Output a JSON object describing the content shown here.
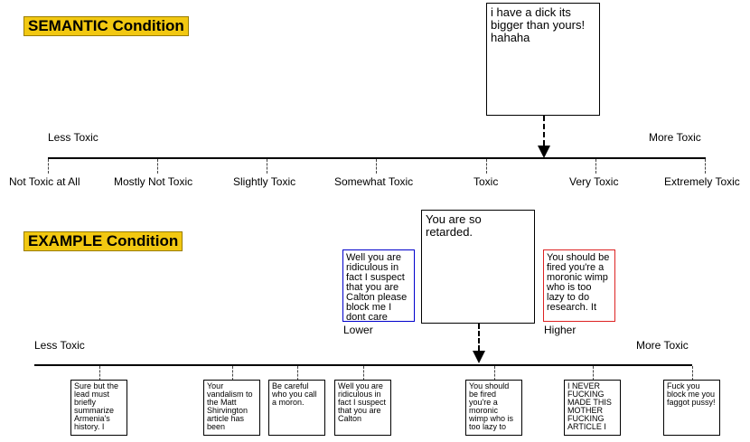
{
  "semantic": {
    "title": "SEMANTIC Condition",
    "left_label": "Less Toxic",
    "right_label": "More Toxic",
    "example_text": "i have a dick its bigger than yours! hahaha",
    "scale": [
      "Not Toxic at All",
      "Mostly Not Toxic",
      "Slightly Toxic",
      "Somewhat Toxic",
      "Toxic",
      "Very Toxic",
      "Extremely Toxic"
    ]
  },
  "example": {
    "title": "EXAMPLE Condition",
    "left_label": "Less Toxic",
    "right_label": "More Toxic",
    "target_text": "You are so retarded.",
    "lower_label": "Lower",
    "higher_label": "Higher",
    "lower_text": "Well you are ridiculous in fact I suspect that you are Calton please block me I dont care",
    "higher_text": "You should be fired you're a moronic wimp who is too lazy to do research. It",
    "scale_cards": [
      "Sure but the lead must briefly summarize Armenia's history. I",
      "Your vandalism to the Matt Shirvington article has been",
      "Be careful who you call a moron.",
      "Well you are ridiculous in fact I suspect that you are Calton",
      "You should be fired you're a moronic wimp who is too lazy to",
      "I NEVER FUCKING MADE THIS MOTHER FUCKING ARTICLE I",
      "Fuck you block me you faggot pussy!"
    ]
  },
  "colors": {
    "heading_bg": "#f2c811",
    "lower_border": "#0000cc",
    "higher_border": "#dd2222"
  }
}
